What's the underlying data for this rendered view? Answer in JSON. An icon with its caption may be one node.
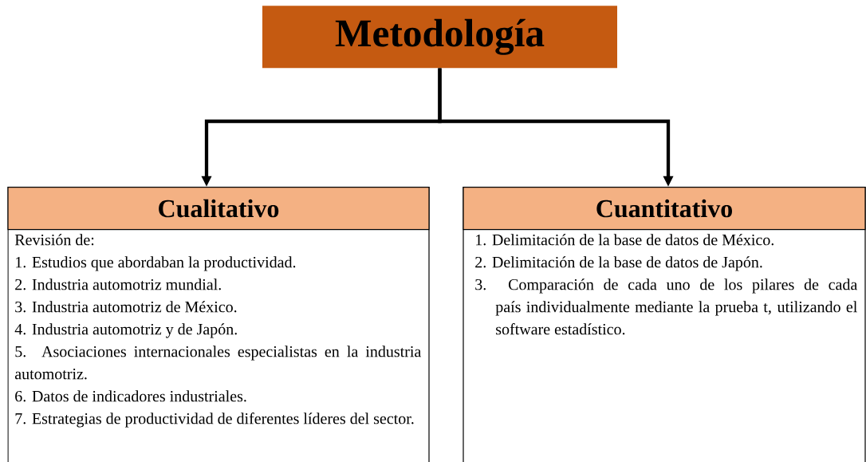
{
  "diagram": {
    "nodes": [
      {
        "text": [
          "Metodología"
        ]
      },
      {
        "text": [
          "Cualitativo",
          "Revisión de:",
          "1. Estudios que abordaban la productividad.",
          "2. Industria automotriz mundial.",
          "3. Industria automotriz de México.",
          "4. Industria automotriz y de Japón.",
          "5. Asociaciones internacionales especialistas en la industria automotriz.",
          "6. Datos de indicadores industriales.",
          "7. Estrategias de productividad de diferentes líderes del sector."
        ]
      },
      {
        "text": [
          "Cuantitativo",
          "1. Delimitación de la base de datos de México.",
          "2. Delimitación de la base de datos de Japón.",
          "3. Comparación de cada uno de los pilares de cada país individualmente mediante la prueba t, utilizando el software estadístico."
        ]
      }
    ],
    "edges": [
      {
        "from": 0,
        "to": 1,
        "arrow": "to"
      },
      {
        "from": 0,
        "to": 2,
        "arrow": "to"
      }
    ]
  }
}
